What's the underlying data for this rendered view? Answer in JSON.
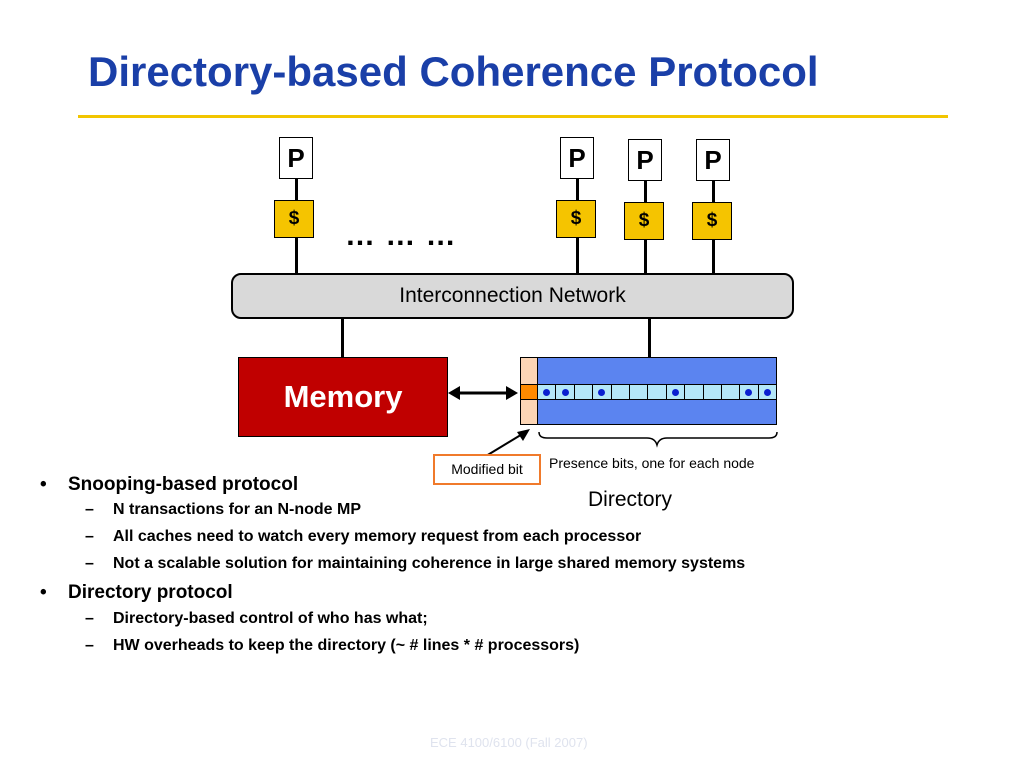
{
  "title": "Directory-based Coherence Protocol",
  "diagram": {
    "processor_label": "P",
    "cache_label": "$",
    "ellipsis": "… … …",
    "network_label": "Interconnection Network",
    "memory_label": "Memory",
    "modified_bit_label": "Modified bit",
    "presence_bits_label": "Presence bits, one for each node",
    "directory_label": "Directory",
    "presence_bits": [
      true,
      true,
      false,
      true,
      false,
      false,
      false,
      true,
      false,
      false,
      false,
      true,
      true
    ]
  },
  "bullets": [
    {
      "text": "Snooping-based protocol",
      "subitems": [
        "N transactions for an N-node MP",
        "All caches need to watch every memory request from each processor",
        "Not a scalable solution for maintaining coherence in large shared memory systems"
      ]
    },
    {
      "text": "Directory protocol",
      "subitems": [
        "Directory-based control of who has what;",
        "HW overheads to keep the directory (~ # lines * # processors)"
      ]
    }
  ],
  "footer": "ECE 4100/6100 (Fall 2007)",
  "colors": {
    "title": "#1a3fa8",
    "title_rule": "#f2c500",
    "cache": "#f5c400",
    "memory": "#c00000",
    "directory": "#5b84f0",
    "directory_row": "#b4e7f8",
    "modified_bit_border": "#f07a2b"
  }
}
